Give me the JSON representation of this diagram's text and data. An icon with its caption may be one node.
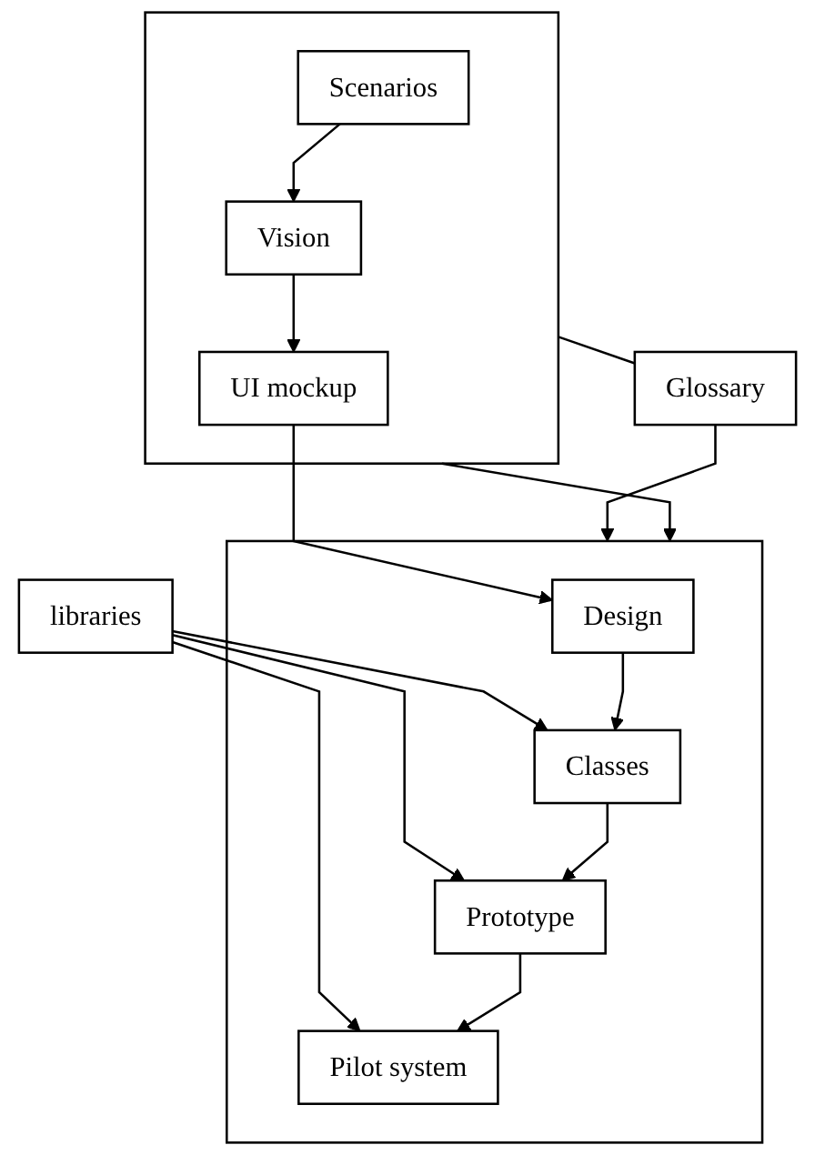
{
  "diagram": {
    "nodes": [
      {
        "text": [],
        "shape": "box"
      },
      {
        "text": [
          "Scenarios"
        ],
        "in": 0
      },
      {
        "text": [
          "Vision"
        ],
        "in": 0
      },
      {
        "text": [
          "UI mockup"
        ],
        "in": 0
      },
      {
        "text": [],
        "shape": "box"
      },
      {
        "text": [
          "Design"
        ],
        "in": 4
      },
      {
        "text": [
          "Classes"
        ],
        "in": 4
      },
      {
        "text": [
          "Prototype"
        ],
        "in": 4
      },
      {
        "text": [
          "Pilot system"
        ],
        "in": 4
      },
      {
        "text": [
          "Glossary"
        ]
      },
      {
        "text": [
          "libraries"
        ]
      }
    ],
    "edges": [
      {
        "from": 1,
        "to": 2,
        "arrow": "to"
      },
      {
        "from": 2,
        "to": 3,
        "arrow": "to"
      },
      {
        "from": 3,
        "to": 5,
        "arrow": "to"
      },
      {
        "from": 0,
        "to": 9,
        "arrow": "none"
      },
      {
        "from": 9,
        "to": 4,
        "arrow": "to"
      },
      {
        "from": 0,
        "to": 4,
        "arrow": "to"
      },
      {
        "from": 10,
        "to": 6,
        "arrow": "to"
      },
      {
        "from": 10,
        "to": 7,
        "arrow": "to"
      },
      {
        "from": 10,
        "to": 8,
        "arrow": "to"
      },
      {
        "from": 5,
        "to": 6,
        "arrow": "to"
      },
      {
        "from": 6,
        "to": 7,
        "arrow": "to"
      },
      {
        "from": 7,
        "to": 8,
        "arrow": "to"
      }
    ]
  }
}
